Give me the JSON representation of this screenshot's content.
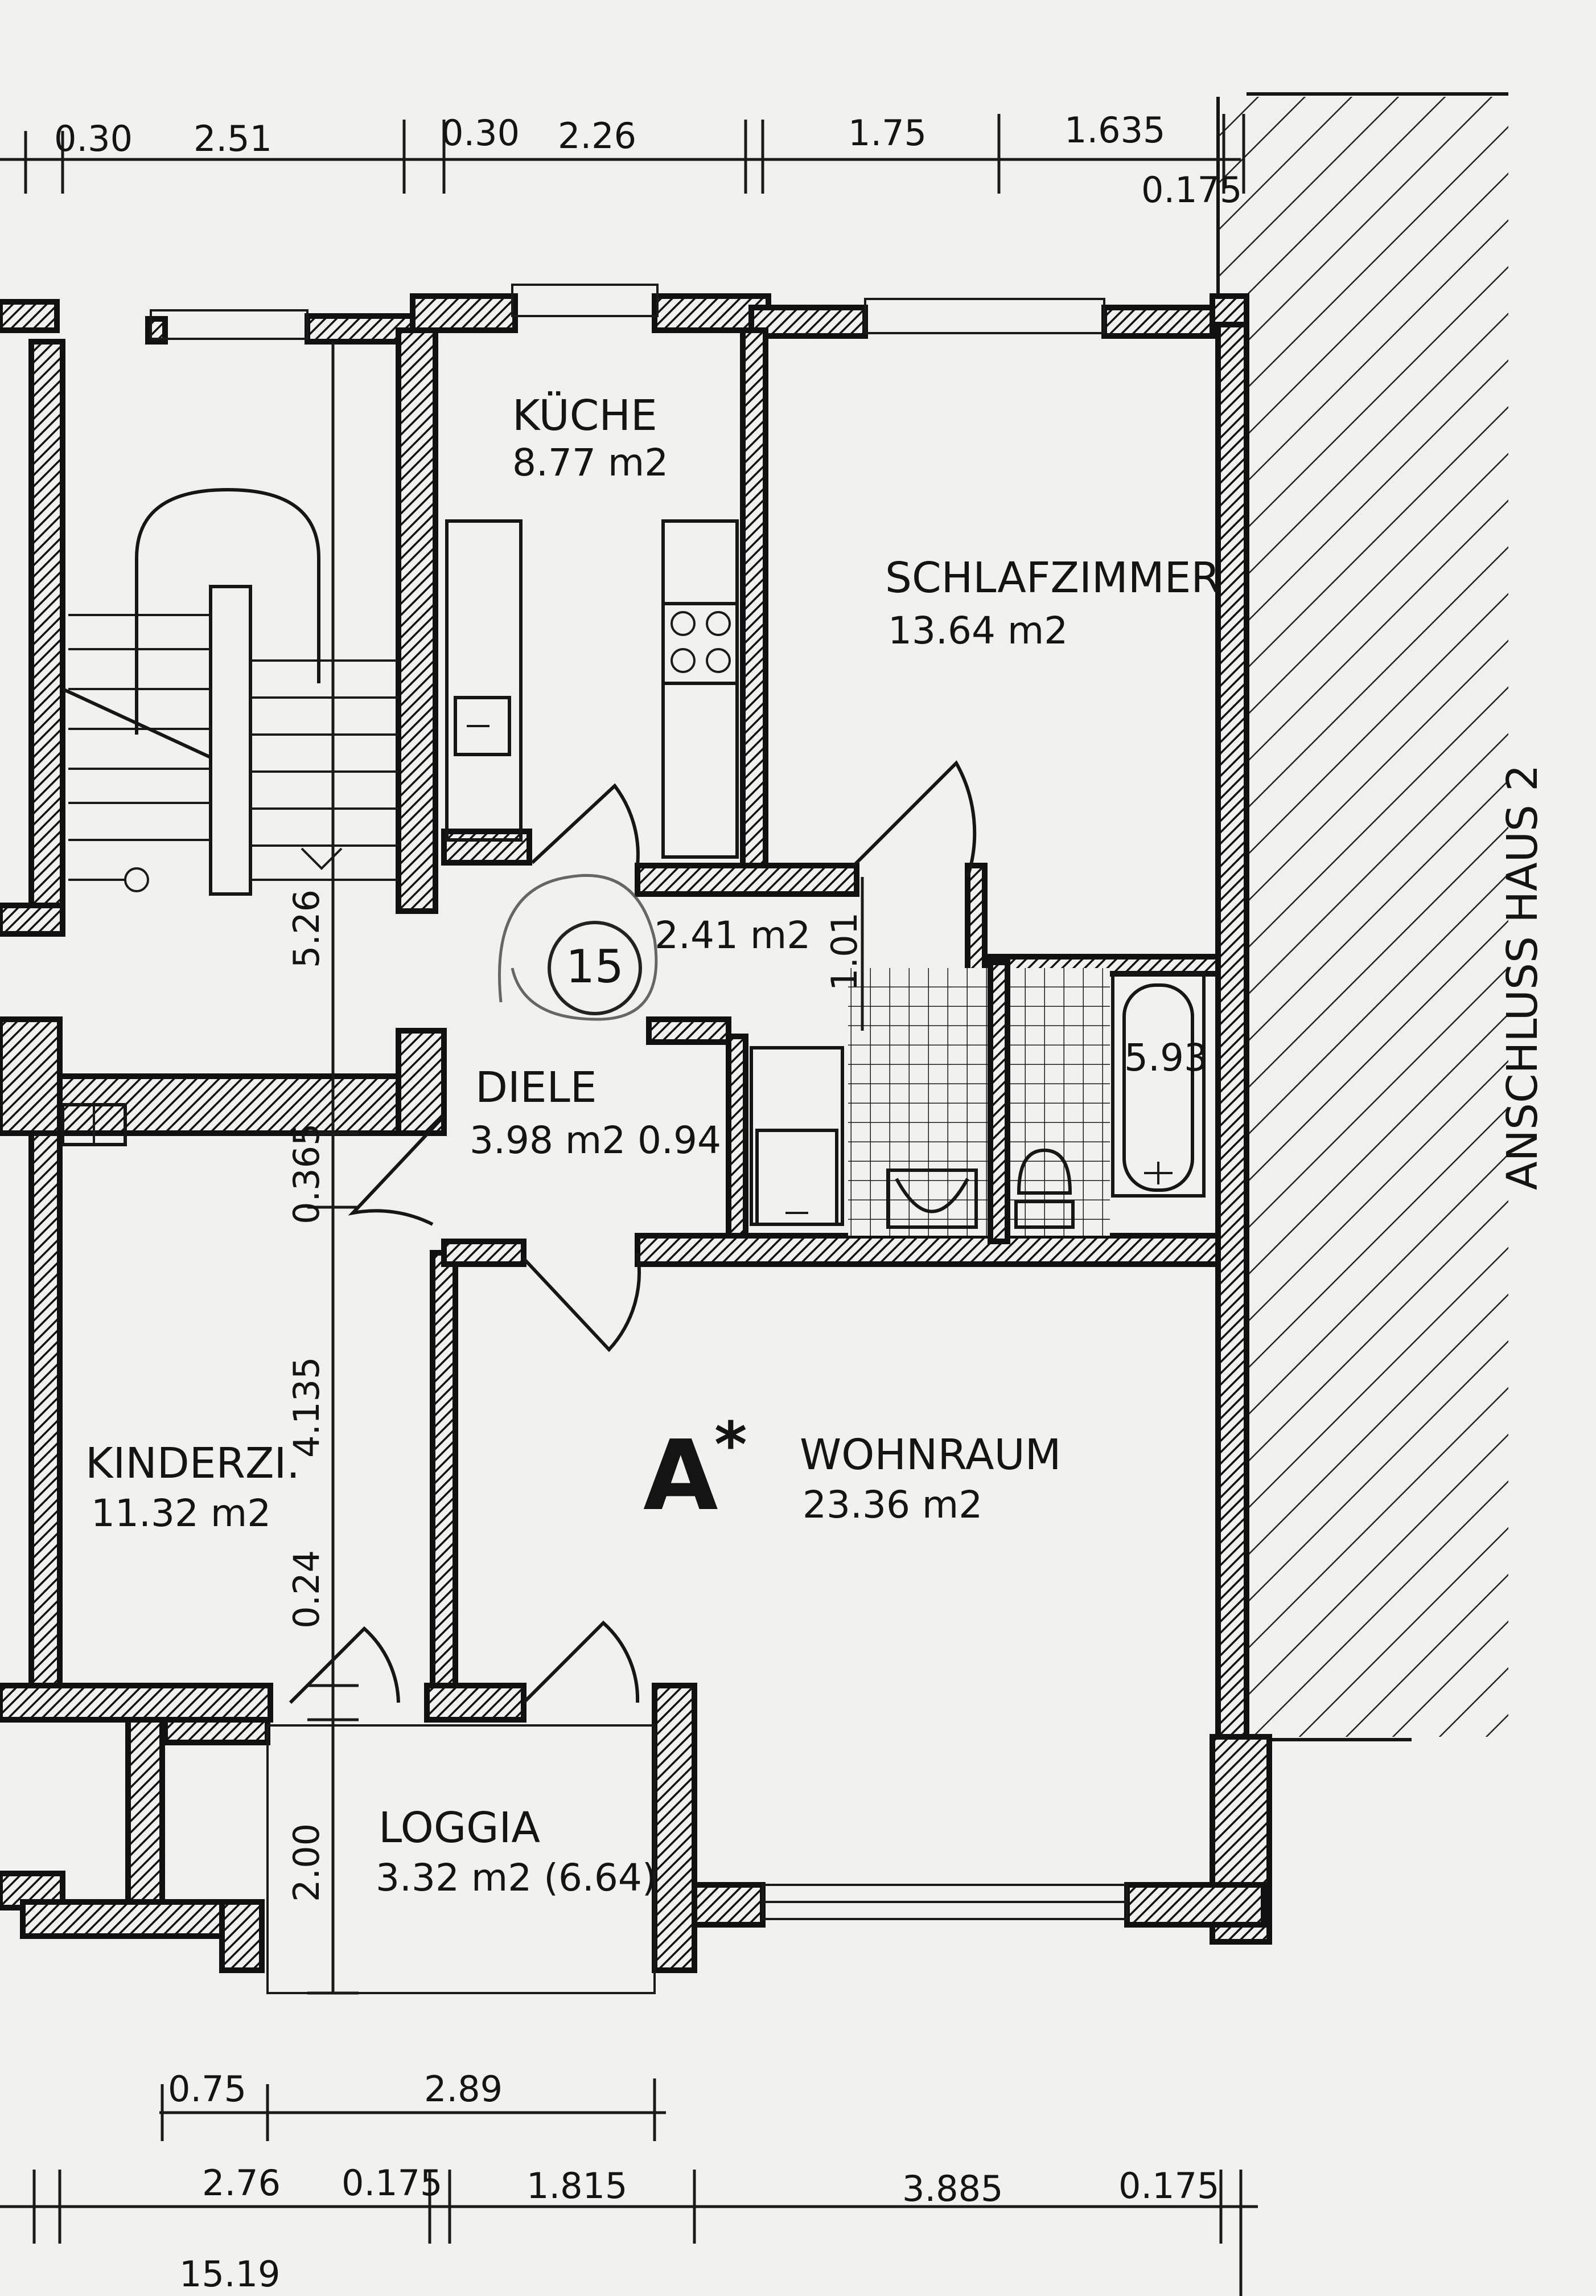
{
  "labels": {
    "kueche": "KÜCHE",
    "kueche_area": "8.77 m2",
    "schlaf": "SCHLAFZIMMER",
    "schlaf_area": "13.64 m2",
    "flur_area": "2.41 m2",
    "apartment_no": "15",
    "diele": "DIELE",
    "diele_area": "3.98 m2",
    "abst_area": "0.94",
    "bad_area": "5.93",
    "kinder": "KINDERZI.",
    "kinder_area": "11.32 m2",
    "wohn": "WOHNRAUM",
    "wohn_area": "23.36 m2",
    "loggia": "LOGGIA",
    "loggia_area": "3.32 m2 (6.64)",
    "unit_letter": "A",
    "unit_star": "*",
    "anschluss": "ANSCHLUSS HAUS 2"
  },
  "dims_top": {
    "d1": "0.30",
    "d2": "2.51",
    "d3": "0.30",
    "d4": "2.26",
    "d5": "1.75",
    "d6": "1.635",
    "d7": "0.175"
  },
  "dims_vert": {
    "v1": "5.26",
    "v2": "1.01",
    "v3": "0.365",
    "v4": "4.135",
    "v5": "0.24",
    "v6": "2.00"
  },
  "dims_bottom": {
    "b1": "0.75",
    "b2": "2.89",
    "b3": "2.76",
    "b4": "0.175",
    "b5": "1.815",
    "b6": "3.885",
    "b7": "0.175",
    "b8": "15.19"
  },
  "colors": {
    "ink": "#141414",
    "paper": "#f1f1ef"
  }
}
